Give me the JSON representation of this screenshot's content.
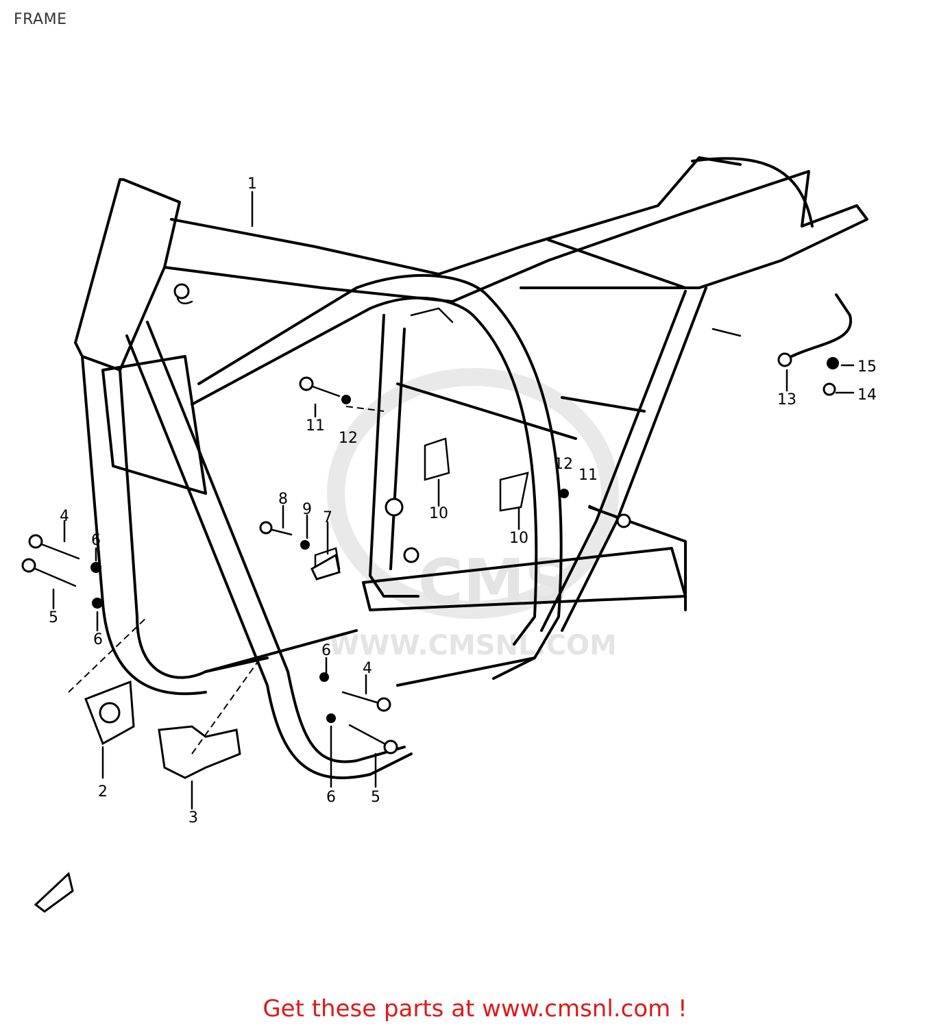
{
  "header": {
    "title": "FRAME"
  },
  "callouts": {
    "c1": "1",
    "c2": "2",
    "c3": "3",
    "c4a": "4",
    "c4b": "4",
    "c5a": "5",
    "c5b": "5",
    "c6a": "6",
    "c6b": "6",
    "c6c": "6",
    "c6d": "6",
    "c7": "7",
    "c8": "8",
    "c9": "9",
    "c10a": "10",
    "c10b": "10",
    "c11a": "11",
    "c11b": "11",
    "c12a": "12",
    "c12b": "12",
    "c13": "13",
    "c14": "14",
    "c15": "15"
  },
  "watermark": {
    "line1": "CMS",
    "line2": "WWW.CMSNL.COM"
  },
  "footer": {
    "link_text": "Get these parts at www.cmsnl.com !"
  },
  "colors": {
    "link": "#e01818",
    "line": "#000000",
    "watermark": "#e4e4e4"
  }
}
